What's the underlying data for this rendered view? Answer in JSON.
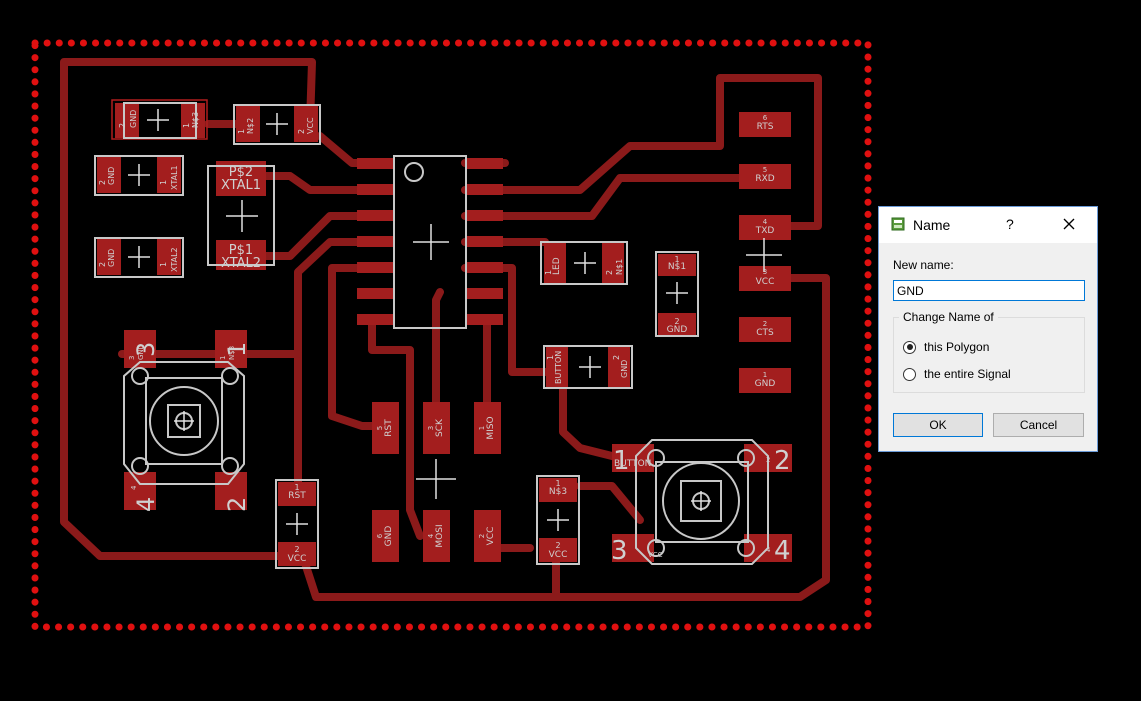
{
  "board": {
    "parts": {
      "r_top": {
        "p1": "2",
        "n1": "GND",
        "p2": "1",
        "n2": "N$3"
      },
      "r_top2": {
        "p1": "1",
        "n1": "N$2",
        "p2": "2",
        "n2": "VCC"
      },
      "c1": {
        "p1": "2",
        "n1": "GND",
        "p2": "1",
        "n2": "XTAL1"
      },
      "c2": {
        "p1": "2",
        "n1": "GND",
        "p2": "1",
        "n2": "XTAL2"
      },
      "xtal_a": "P$2",
      "xtal_a_net": "XTAL1",
      "xtal_b": "P$1",
      "xtal_b_net": "XTAL2",
      "led": {
        "p1": "1",
        "n1": "LED",
        "p2": "2",
        "n2": "N$1"
      },
      "led_r": {
        "p1": "1",
        "n1": "N$1",
        "p2": "2",
        "n2": "GND"
      },
      "button_r": {
        "p1": "1",
        "n1": "BUTTON",
        "p2": "2",
        "n2": "GND"
      },
      "rst_r": {
        "p1": "1",
        "n1": "RST",
        "p2": "2",
        "n2": "VCC"
      },
      "n3_r": {
        "p1": "1",
        "n1": "N$3",
        "p2": "2",
        "n2": "VCC"
      }
    },
    "header": [
      {
        "num": "6",
        "net": "RTS"
      },
      {
        "num": "5",
        "net": "RXD"
      },
      {
        "num": "4",
        "net": "TXD"
      },
      {
        "num": "3",
        "net": "VCC"
      },
      {
        "num": "2",
        "net": "CTS"
      },
      {
        "num": "1",
        "net": "GND"
      }
    ],
    "isp": [
      {
        "num": "5",
        "net": "RST"
      },
      {
        "num": "3",
        "net": "SCK"
      },
      {
        "num": "1",
        "net": "MISO"
      },
      {
        "num": "6",
        "net": "GND"
      },
      {
        "num": "4",
        "net": "MOSI"
      },
      {
        "num": "2",
        "net": "VCC"
      }
    ],
    "sw_left": {
      "n1": "1",
      "n2": "2",
      "n3": "3",
      "n4": "4",
      "net1": "N$3",
      "net3": "GND",
      "pin1": "1",
      "pin3": "3",
      "pin4": "4"
    },
    "sw_right": {
      "n1": "1",
      "n2": "2",
      "n3": "3",
      "n4": "4",
      "net1": "BUTTON",
      "net3": "VCC",
      "pin2": "2",
      "pin4": "4"
    }
  },
  "dialog": {
    "title": "Name",
    "help": "?",
    "new_name_label": "New name:",
    "new_name_value": "GND",
    "group_caption": "Change Name of",
    "option_polygon": "this Polygon",
    "option_signal": "the entire Signal",
    "selected": "polygon",
    "ok_label": "OK",
    "cancel_label": "Cancel"
  },
  "colors": {
    "copper": "#8b1a1a",
    "pad": "#a31e1e",
    "outline": "#c8c8c8",
    "polygon": "#e01010"
  }
}
